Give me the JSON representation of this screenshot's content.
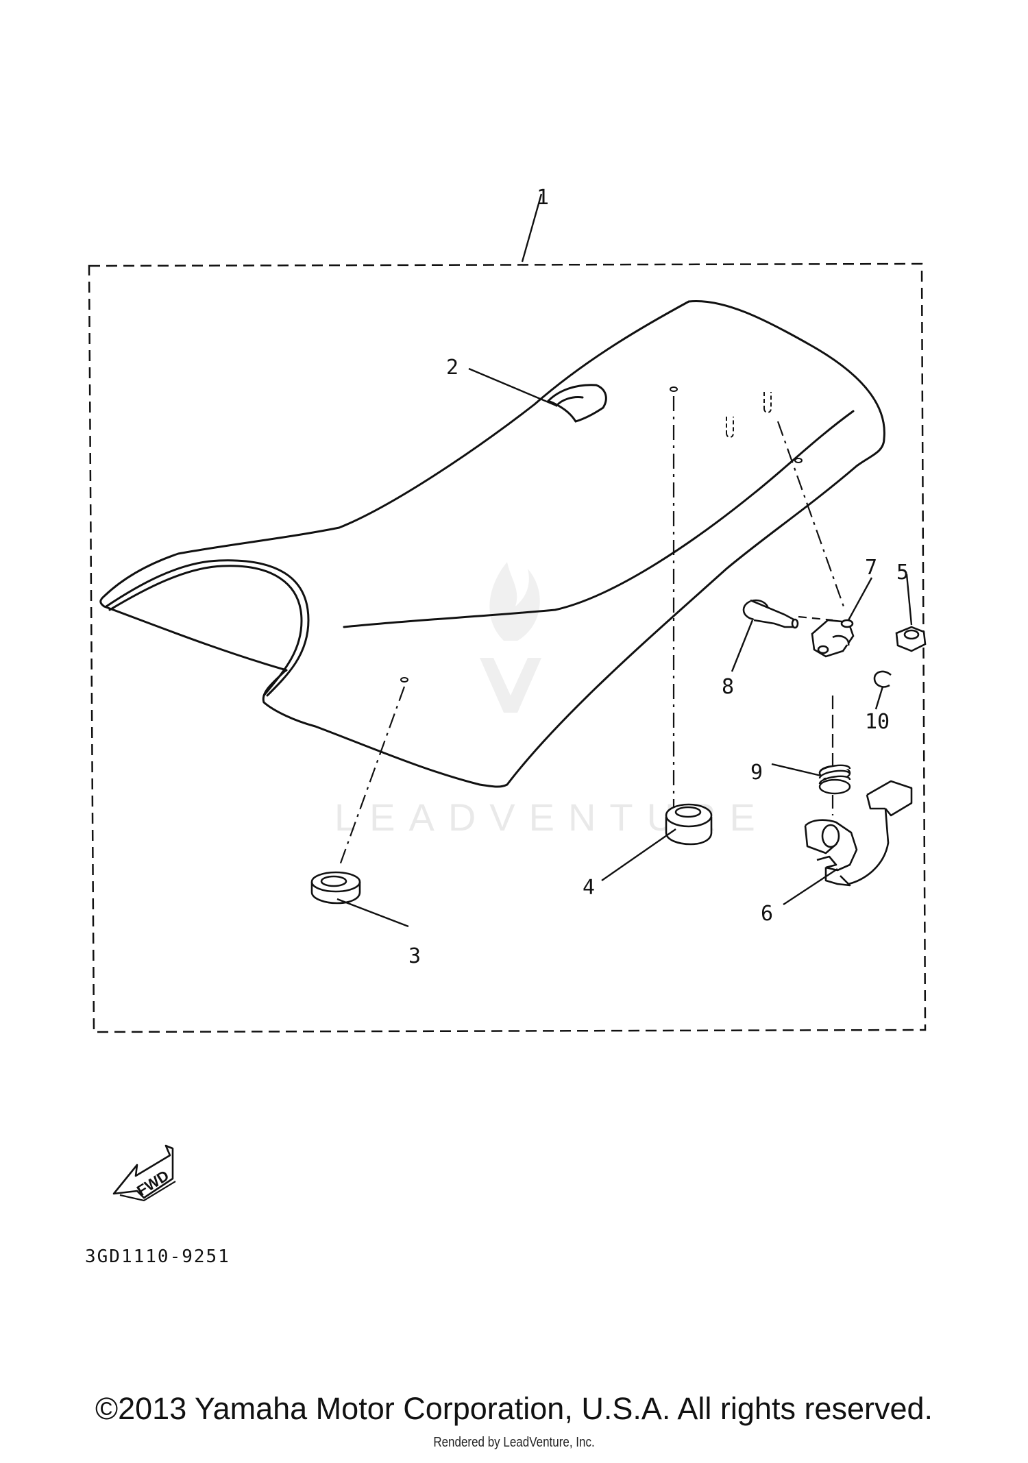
{
  "diagram": {
    "assembly_code": "3GD1110-9251",
    "fwd_label": "FWD",
    "watermark": "LEADVENTURE",
    "callouts": [
      {
        "label": "1",
        "part": "seat-assembly"
      },
      {
        "label": "2",
        "part": "seat-hook"
      },
      {
        "label": "3",
        "part": "seat-damper-rear"
      },
      {
        "label": "4",
        "part": "seat-damper-front"
      },
      {
        "label": "5",
        "part": "nut"
      },
      {
        "label": "6",
        "part": "seat-lock-lever"
      },
      {
        "label": "7",
        "part": "lock-bracket"
      },
      {
        "label": "8",
        "part": "pin"
      },
      {
        "label": "9",
        "part": "spring"
      },
      {
        "label": "10",
        "part": "clip"
      }
    ]
  },
  "footer": {
    "copyright": "©2013 Yamaha Motor Corporation, U.S.A. All rights reserved.",
    "rendered_by": "Rendered by LeadVenture, Inc."
  }
}
